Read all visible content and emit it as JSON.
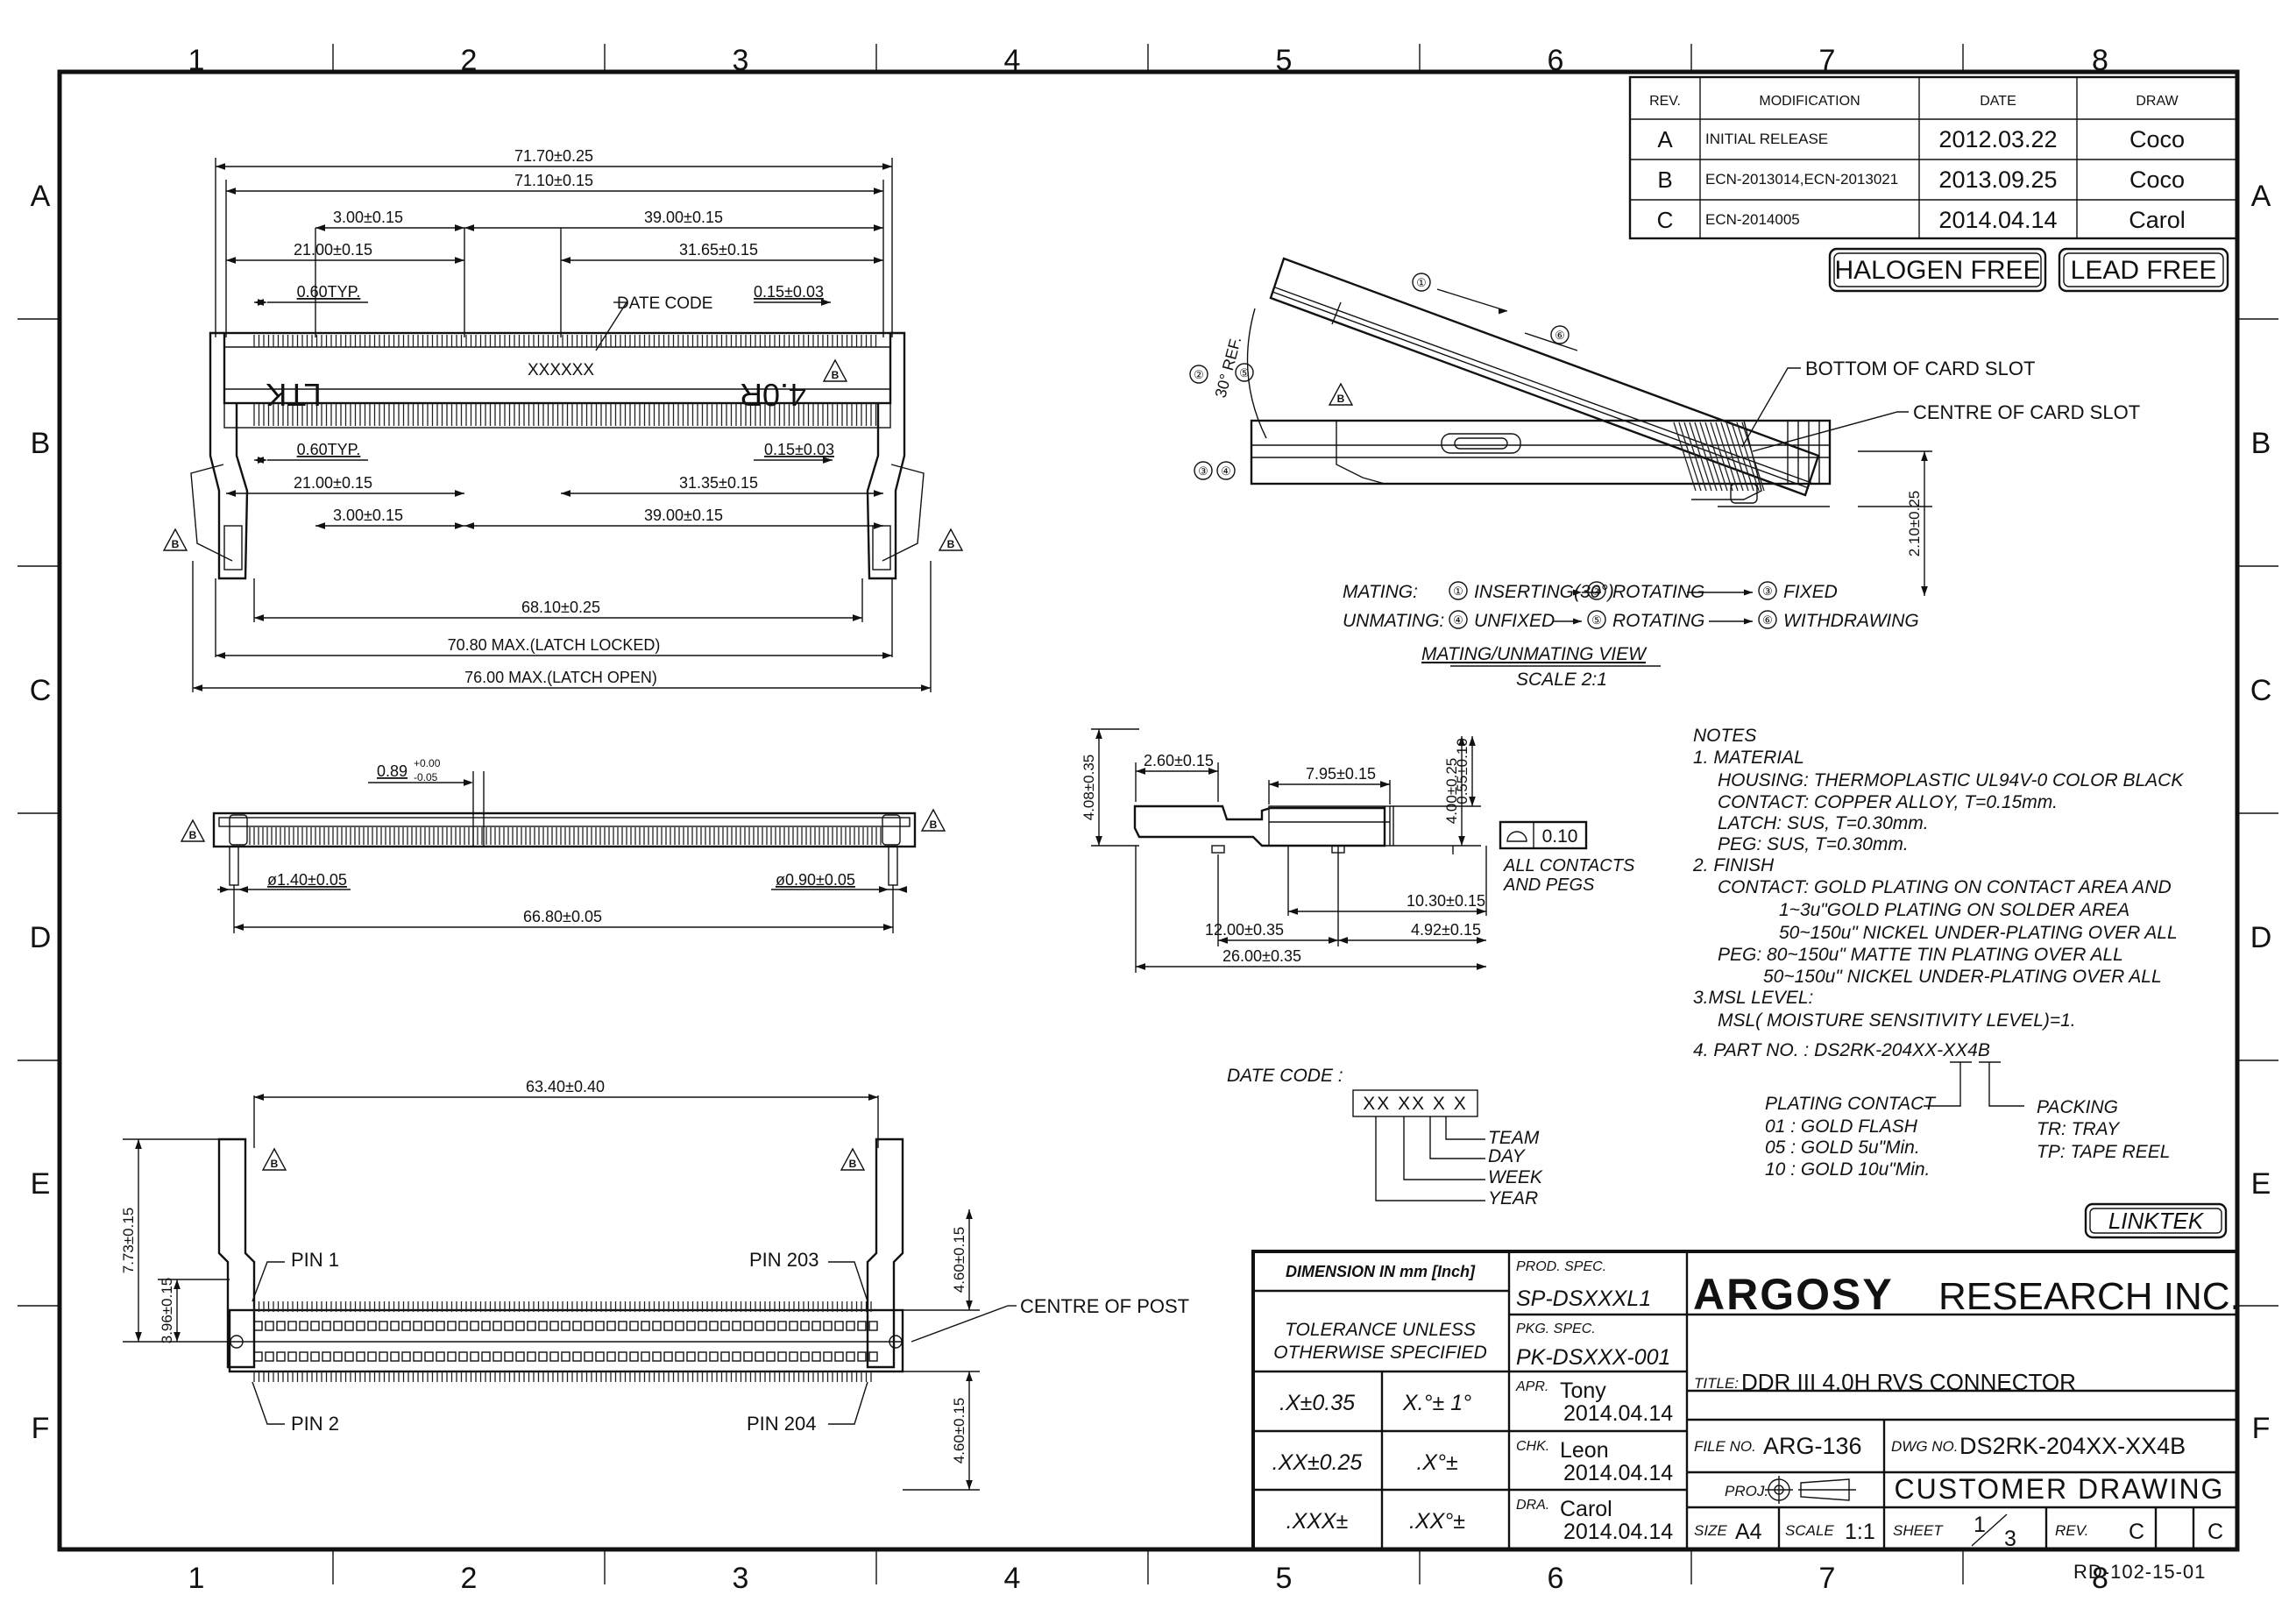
{
  "grid": {
    "columns": [
      "1",
      "2",
      "3",
      "4",
      "5",
      "6",
      "7",
      "8"
    ],
    "rows": [
      "A",
      "B",
      "C",
      "D",
      "E",
      "F"
    ]
  },
  "revision_table": {
    "headers": [
      "REV.",
      "MODIFICATION",
      "DATE",
      "DRAW"
    ],
    "rows": [
      {
        "rev": "A",
        "modification": "INITIAL RELEASE",
        "date": "2012.03.22",
        "draw": "Coco"
      },
      {
        "rev": "B",
        "modification": "ECN-2013014,ECN-2013021",
        "date": "2013.09.25",
        "draw": "Coco"
      },
      {
        "rev": "C",
        "modification": "ECN-2014005",
        "date": "2014.04.14",
        "draw": "Carol"
      }
    ]
  },
  "badges": [
    "HALOGEN FREE",
    "LEAD FREE"
  ],
  "top_view": {
    "dims": [
      "71.70±0.25",
      "71.10±0.15",
      "3.00±0.15",
      "39.00±0.15",
      "21.00±0.15",
      "31.65±0.15",
      "0.60TYP.",
      "0.15±0.03",
      "DATE CODE",
      "0.60TYP.",
      "0.15±0.03",
      "21.00±0.15",
      "31.35±0.15",
      "3.00±0.15",
      "39.00±0.15",
      "68.10±0.25",
      "70.80 MAX.(LATCH LOCKED)",
      "76.00 MAX.(LATCH OPEN)"
    ],
    "body_text": [
      "LTK",
      "XXXXXX",
      "4.0R"
    ]
  },
  "front_view": {
    "dims": [
      "0.89",
      "+0.00",
      "-0.05",
      "ø1.40±0.05",
      "ø0.90±0.05",
      "66.80±0.05"
    ]
  },
  "bottom_view": {
    "dims": [
      "63.40±0.40",
      "7.73±0.15",
      "3.96±0.15",
      "4.60±0.15",
      "4.60±0.15"
    ],
    "labels": [
      "PIN 1",
      "PIN 203",
      "PIN 2",
      "PIN 204",
      "CENTRE OF POST"
    ]
  },
  "mating_view": {
    "labels": [
      "30° REF.",
      "BOTTOM OF CARD SLOT",
      "CENTRE OF CARD SLOT",
      "2.10±0.25"
    ],
    "mating_label": "MATING:",
    "mating_steps": [
      "INSERTING(30°)",
      "ROTATING",
      "FIXED"
    ],
    "unmating_label": "UNMATING:",
    "unmating_steps": [
      "UNFIXED",
      "ROTATING",
      "WITHDRAWING"
    ],
    "title": "MATING/UNMATING VIEW",
    "scale": "SCALE 2:1"
  },
  "side_view": {
    "dims": [
      "4.08±0.35",
      "2.60±0.15",
      "7.95±0.15",
      "4.00±0.25",
      "0.55±0.10",
      "10.30±0.15",
      "12.00±0.35",
      "4.92±0.15",
      "26.00±0.35"
    ],
    "flatness_value": "0.10",
    "flatness_note": [
      "ALL CONTACTS",
      "AND PEGS"
    ]
  },
  "notes": {
    "lines": [
      "NOTES",
      "1. MATERIAL",
      "HOUSING: THERMOPLASTIC UL94V-0 COLOR BLACK",
      "CONTACT: COPPER ALLOY, T=0.15mm.",
      "LATCH: SUS, T=0.30mm.",
      "PEG: SUS, T=0.30mm.",
      "2. FINISH",
      "CONTACT: GOLD PLATING ON CONTACT AREA AND",
      "1~3u\"GOLD PLATING ON SOLDER AREA",
      "50~150u\" NICKEL UNDER-PLATING OVER ALL",
      "PEG: 80~150u\" MATTE TIN PLATING OVER ALL",
      "50~150u\" NICKEL UNDER-PLATING OVER ALL",
      "3.MSL LEVEL:",
      "MSL( MOISTURE SENSITIVITY LEVEL)=1.",
      "4. PART NO. :    DS2RK-204XX-XX4B"
    ],
    "plating_lines": [
      "PLATING CONTACT",
      "01 : GOLD FLASH",
      "05 : GOLD 5u\"Min.",
      "10 : GOLD 10u\"Min."
    ],
    "packing_lines": [
      "PACKING",
      "TR: TRAY",
      "TP: TAPE REEL"
    ]
  },
  "date_code": {
    "label": "DATE CODE :",
    "format": "XX XX X X",
    "legend": [
      "TEAM",
      "DAY",
      "WEEK",
      "YEAR"
    ]
  },
  "brand_box": "LINKTEK",
  "title_block": {
    "dimension": "DIMENSION IN mm [Inch]",
    "tolerance": [
      "TOLERANCE UNLESS",
      "OTHERWISE SPECIFIED"
    ],
    "tol_values": [
      ".X±0.35",
      "X.°± 1°",
      ".XX±0.25",
      ".X°±",
      ".XXX±",
      ".XX°±"
    ],
    "prod_spec_label": "PROD. SPEC.",
    "prod_spec": "SP-DSXXXL1",
    "pkg_spec_label": "PKG. SPEC.",
    "pkg_spec": "PK-DSXXX-001",
    "approvals": [
      {
        "role": "APR.",
        "name": "Tony",
        "date": "2014.04.14"
      },
      {
        "role": "CHK.",
        "name": "Leon",
        "date": "2014.04.14"
      },
      {
        "role": "DRA.",
        "name": "Carol",
        "date": "2014.04.14"
      }
    ],
    "company_logo": "ARGOSY",
    "company_rest": "RESEARCH INC.",
    "title_label": "TITLE:",
    "title": "DDR III 4.0H RVS CONNECTOR",
    "file_no_label": "FILE NO.",
    "file_no": "ARG-136",
    "dwg_no_label": "DWG NO.",
    "dwg_no": "DS2RK-204XX-XX4B",
    "proj_label": "PROJ.",
    "customer": "CUSTOMER DRAWING",
    "size_label": "SIZE",
    "size": "A4",
    "scale_label": "SCALE",
    "scale": "1:1",
    "sheet_label": "SHEET",
    "sheet_num": "1",
    "sheet_total": "3",
    "rev_label": "REV.",
    "rev": "C",
    "rev2": "C"
  },
  "footer_code": "RD-102-15-01"
}
